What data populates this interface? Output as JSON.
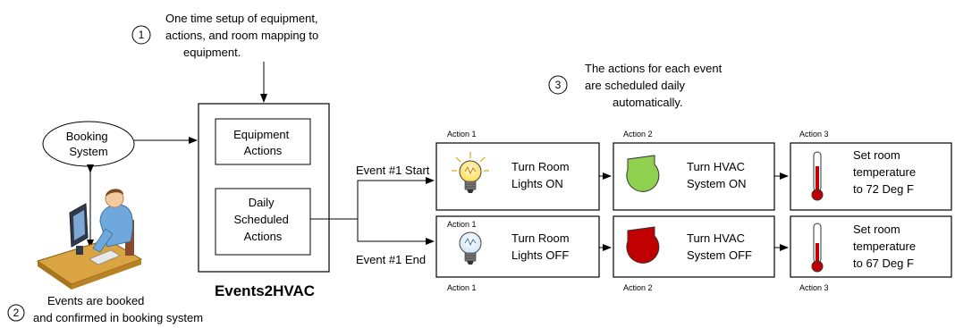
{
  "steps": [
    {
      "num": "1",
      "lines": [
        "One time setup of equipment,",
        "actions, and room mapping to",
        "equipment."
      ]
    },
    {
      "num": "2",
      "lines": [
        "Events are booked",
        "and confirmed in booking system"
      ]
    },
    {
      "num": "3",
      "lines": [
        "The actions for each event",
        "are scheduled daily",
        "automatically."
      ]
    }
  ],
  "booking_system": {
    "lines": [
      "Booking",
      "System"
    ]
  },
  "events2hvac": {
    "title": "Events2HVAC",
    "equipment_actions": [
      "Equipment",
      "Actions"
    ],
    "daily_scheduled_actions": [
      "Daily",
      "Scheduled",
      "Actions"
    ]
  },
  "events": {
    "start": "Event #1 Start",
    "end": "Event #1 End"
  },
  "start_row": {
    "action_labels": [
      "Action 1",
      "Action 2",
      "Action 3"
    ],
    "lights": [
      "Turn Room",
      "Lights ON"
    ],
    "hvac": [
      "Turn HVAC",
      "System ON"
    ],
    "temp": [
      "Set room",
      "temperature",
      "to 72 Deg F"
    ]
  },
  "end_row": {
    "action_labels_top": [
      "Action 1"
    ],
    "action_labels_bottom": [
      "Action 1",
      "Action 2",
      "Action 3"
    ],
    "lights": [
      "Turn Room",
      "Lights OFF"
    ],
    "hvac": [
      "Turn HVAC",
      "System OFF"
    ],
    "temp": [
      "Set room",
      "temperature",
      "to 67 Deg F"
    ]
  },
  "colors": {
    "hvac_on": "#8fd14f",
    "hvac_off": "#c00000",
    "thermometer": "#c00000",
    "bulb_on": "#ffe680"
  },
  "icons": [
    "user-at-computer-icon",
    "light-bulb-on-icon",
    "light-bulb-off-icon",
    "hvac-fan-on-icon",
    "hvac-fan-off-icon",
    "thermometer-icon"
  ]
}
